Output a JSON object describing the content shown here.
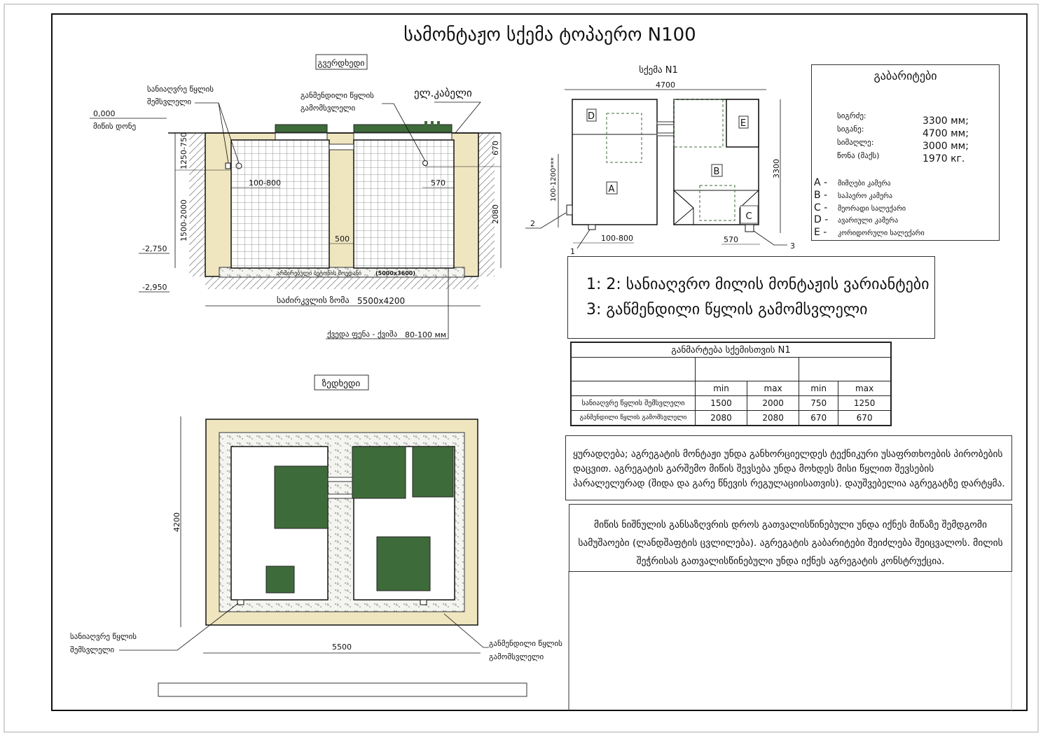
{
  "title": "სამონტაჟო სქემა ტოპაერო N100",
  "side_view": {
    "label": "გვერდხედი",
    "inlet_label_1": "სანიაღვრე წყლის",
    "inlet_label_2": "შემსვლელი",
    "outlet_label_1": "განმენდილი წყლის",
    "outlet_label_2": "გამომსვლელი",
    "cable_label": "ელ.კაბელი",
    "ground_level_value": "0,000",
    "ground_level_label": "მიწის დონე",
    "level_2750": "-2,750",
    "level_2950": "-2,950",
    "dim_1250_750": "1250-750",
    "dim_1500_2000": "1500-2000",
    "dim_100_800": "100-800",
    "dim_570": "570",
    "dim_500": "500",
    "dim_670": "670",
    "dim_2080": "2080",
    "slab_label": "არმირებული ბეტონის მოედანი",
    "slab_size": "(5000x3600)",
    "pit_size_label": "საძირკვლის ზომა",
    "pit_size_value": "5500x4200",
    "bottom_layer_label": "ქვედა ფენა - ქვიშა",
    "bottom_layer_value": "80-100 мм"
  },
  "scheme": {
    "title": "სქემა N1",
    "dim_4700": "4700",
    "dim_3300": "3300",
    "dim_100_1200": "100-1200***",
    "dim_100_800": "100-800",
    "dim_570": "570",
    "marker_1": "1",
    "marker_2": "2",
    "marker_3": "3",
    "chambers": {
      "A": "A",
      "B": "B",
      "C": "C",
      "D": "D",
      "E": "E"
    }
  },
  "dimensions_box": {
    "title": "გაბარიტები",
    "rows": [
      {
        "label": "სიგრძე:",
        "value": "3300 мм;"
      },
      {
        "label": "სიგანე:",
        "value": "4700 мм;"
      },
      {
        "label": "სიმაღლე:",
        "value": "3000 мм;"
      },
      {
        "label": "წონა (მაქს)",
        "value": "1970 кг."
      }
    ],
    "legend": [
      {
        "key": "A -",
        "text": "მიმღები კამერა"
      },
      {
        "key": "B -",
        "text": "საჰაერო კამერა"
      },
      {
        "key": "C -",
        "text": "მეორადი სალექარი"
      },
      {
        "key": "D -",
        "text": "ავარიული კამერა"
      },
      {
        "key": "E -",
        "text": "კორიდორული სალექარი"
      }
    ]
  },
  "variants": {
    "line1": "1: 2: სანიაღვრო მილის მონტაჟის ვარიანტები",
    "line2": "3: გაწმენდილი წყლის გამომსვლელი"
  },
  "explanation_table": {
    "title": "განმარტება სქემისთვის N1",
    "subheaders": [
      "min",
      "max",
      "min",
      "max"
    ],
    "rows": [
      {
        "label": "სანიაღვრე წყლის შემსვლელი",
        "values": [
          "1500",
          "2000",
          "750",
          "1250"
        ]
      },
      {
        "label": "განმენდილი წყლის გამომსვლელი",
        "values": [
          "2080",
          "2080",
          "670",
          "670"
        ]
      }
    ]
  },
  "note1": "ყურადღება; აგრეგატის მონტაჟი უნდა განხორციელდეს ტექნიკური უსაფრთხოების პირობების დაცვით. აგრეგატის გარშემო მიწის შევსება უნდა მოხდეს მისი წყლით შევსების პარალელურად (შიდა და გარე წნევის რეგულაციისათვის). დაუშვებელია აგრეგატზე დარტყმა.",
  "note2": "მიწის ნიშნულის განსაზღვრის დროს გათვალისწინებული უნდა იქნეს მიწაზე შემდგომი სამუშაოები (ლანდშაფტის ცვლილება). აგრეგატის გაბარიტები შეიძლება შეიცვალოს. მილის შეჭრისას გათვალისწინებული უნდა იქნეს აგრეგატის  კონსტრუქცია.",
  "top_view": {
    "label": "ზედხედი",
    "dim_4200": "4200",
    "dim_5500": "5500",
    "inlet_label_1": "სანიაღვრე წყლის",
    "inlet_label_2": "შემსვლელი",
    "outlet_label_1": "განმენდილი წყლის",
    "outlet_label_2": "გამომსვლელი"
  },
  "colors": {
    "lid_green": "#3e6b3a",
    "sand": "#efe6c0",
    "frame": "#111111"
  }
}
